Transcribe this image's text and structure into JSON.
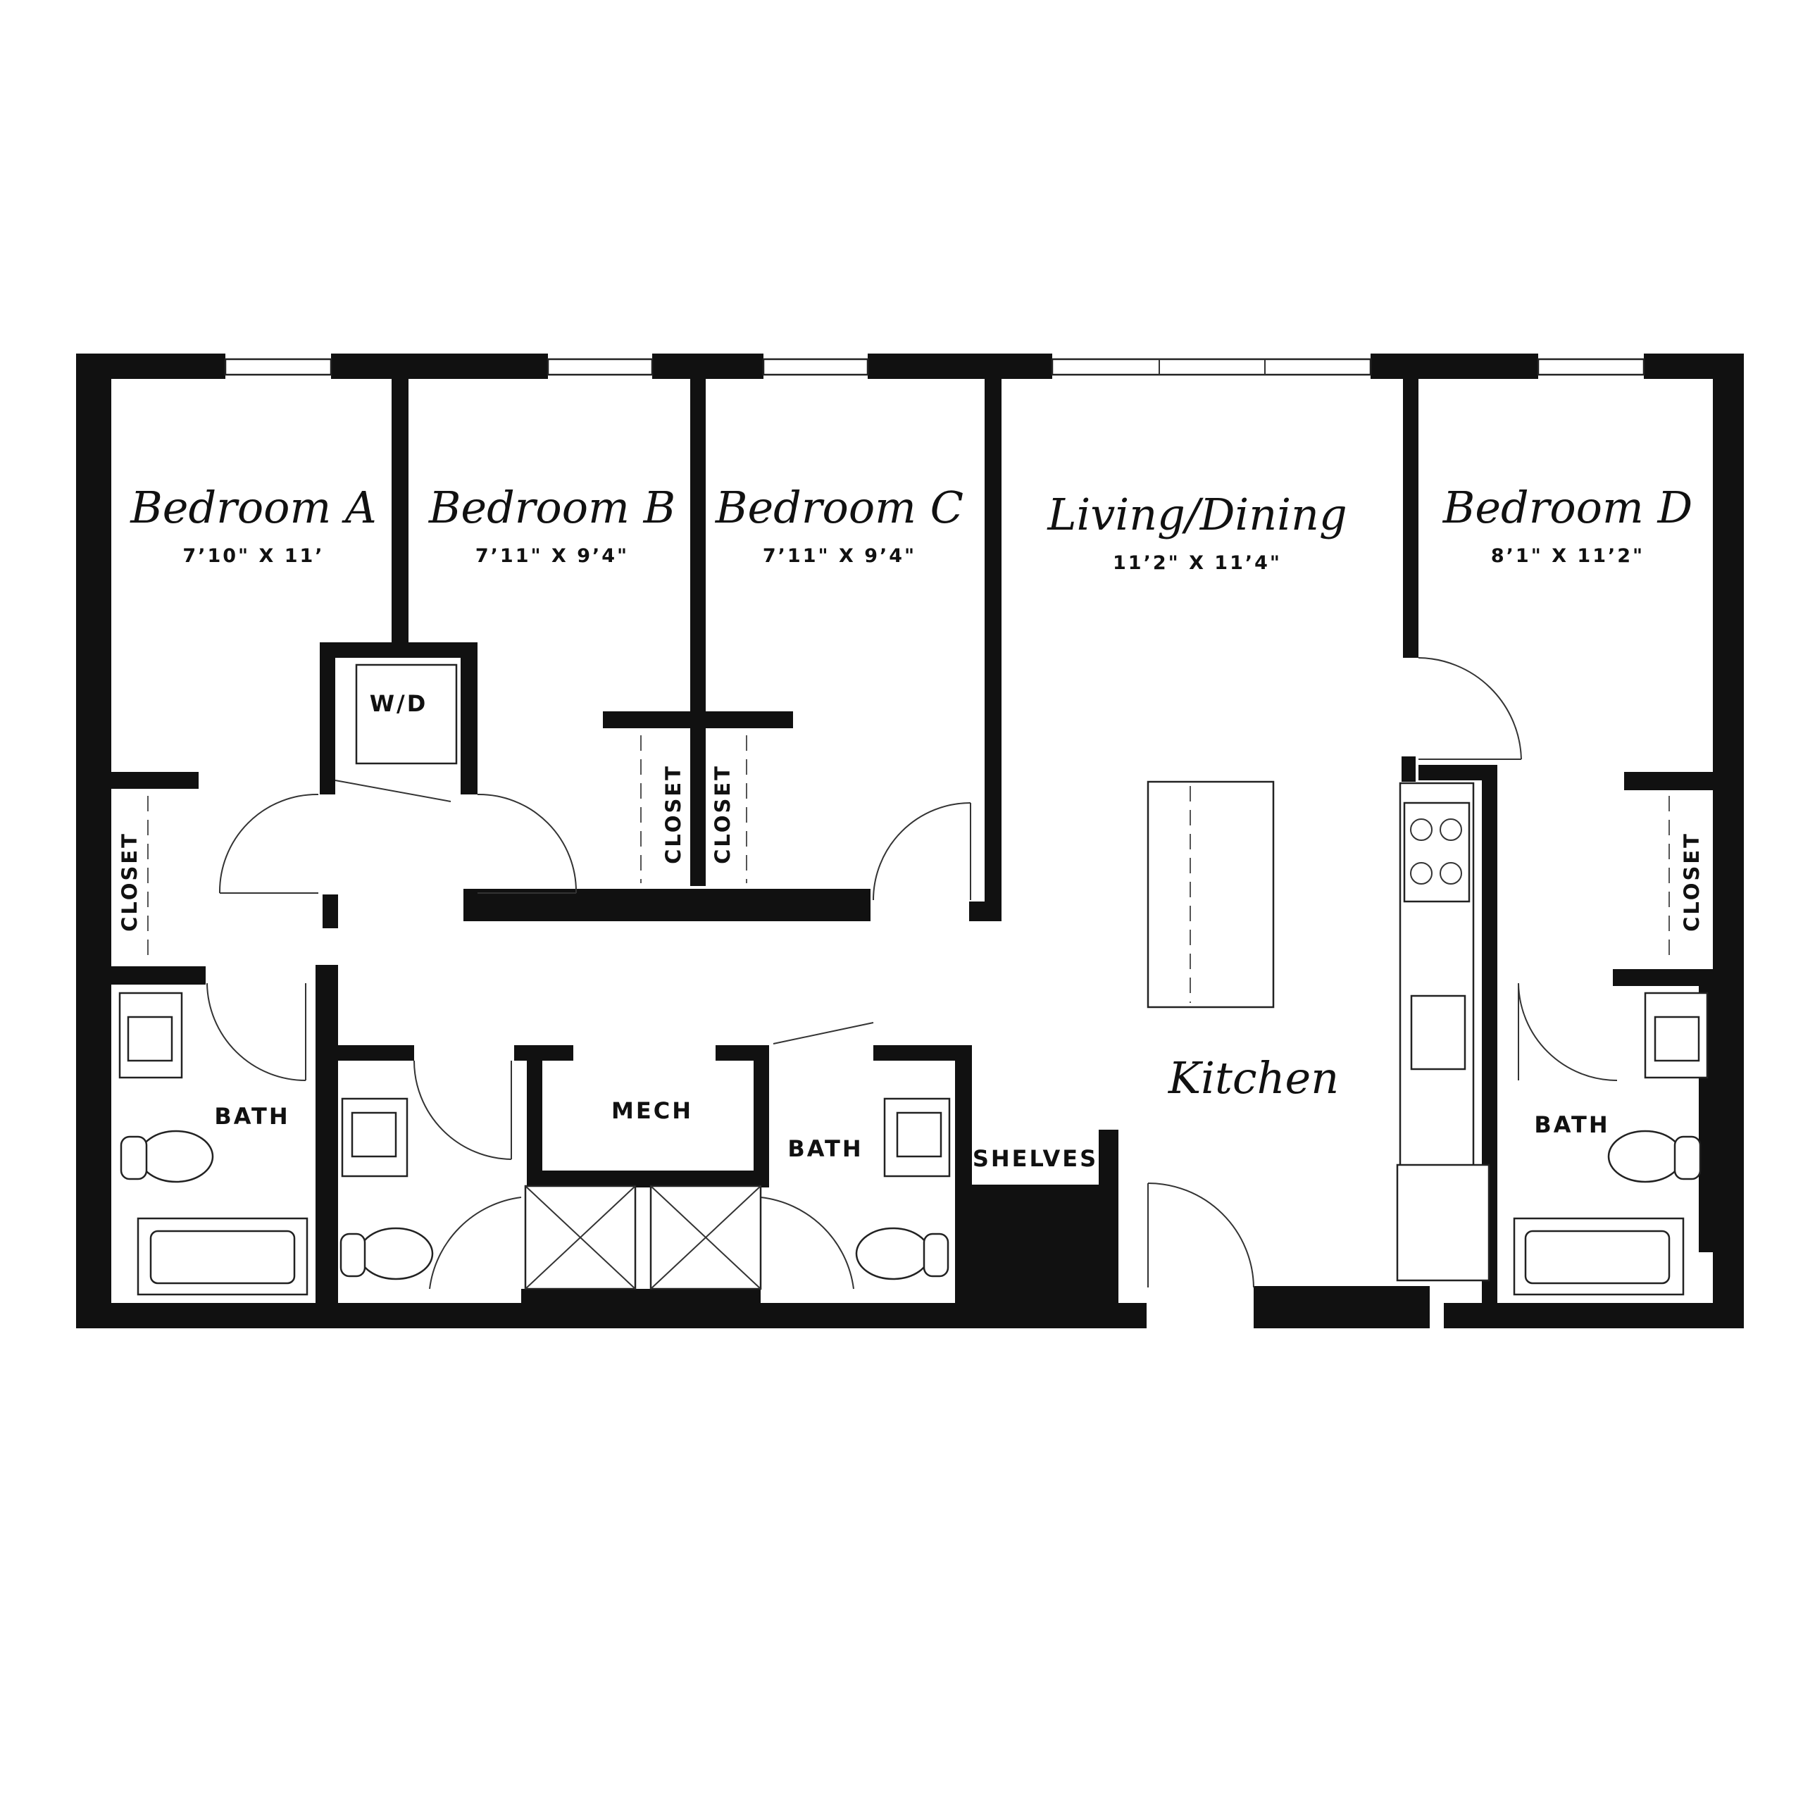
{
  "rooms": {
    "bedroom_a": {
      "name": "Bedroom A",
      "dims": "7’10\" X 11’"
    },
    "bedroom_b": {
      "name": "Bedroom B",
      "dims": "7’11\" X 9’4\""
    },
    "bedroom_c": {
      "name": "Bedroom C",
      "dims": "7’11\" X 9’4\""
    },
    "living_dining": {
      "name": "Living/Dining",
      "dims": "11’2\" X 11’4\""
    },
    "bedroom_d": {
      "name": "Bedroom D",
      "dims": "8’1\" X 11’2\""
    },
    "kitchen": {
      "name": "Kitchen"
    }
  },
  "labels": {
    "wd": "W/D",
    "closet_a": "CLOSET",
    "closet_b": "CLOSET",
    "closet_c": "CLOSET",
    "closet_d": "CLOSET",
    "bath_a": "BATH",
    "mech": "MECH",
    "bath_center": "BATH",
    "shelves": "SHELVES",
    "bath_d": "BATH"
  },
  "colors": {
    "wall": "#111111",
    "background": "#ffffff"
  }
}
